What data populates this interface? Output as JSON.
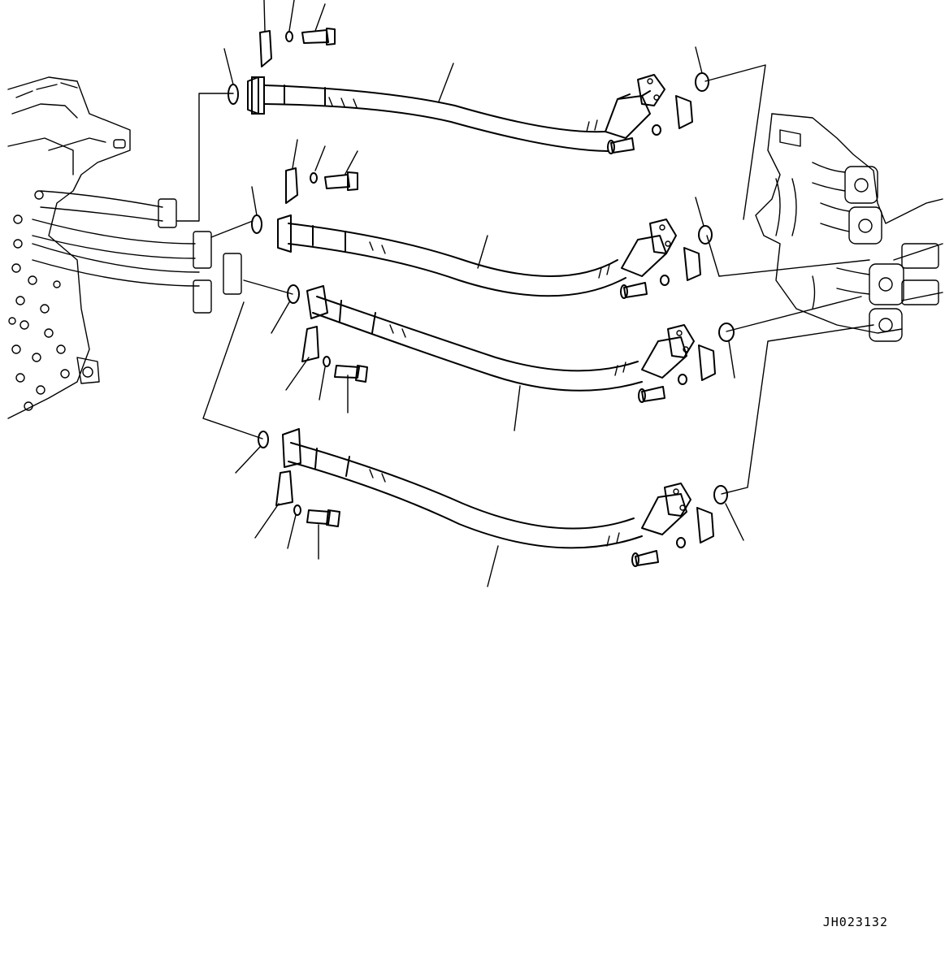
{
  "drawing": {
    "reference_code": "JH023132"
  },
  "hoses": [
    {
      "id": "hose-1"
    },
    {
      "id": "hose-2"
    },
    {
      "id": "hose-3"
    },
    {
      "id": "hose-4"
    }
  ]
}
